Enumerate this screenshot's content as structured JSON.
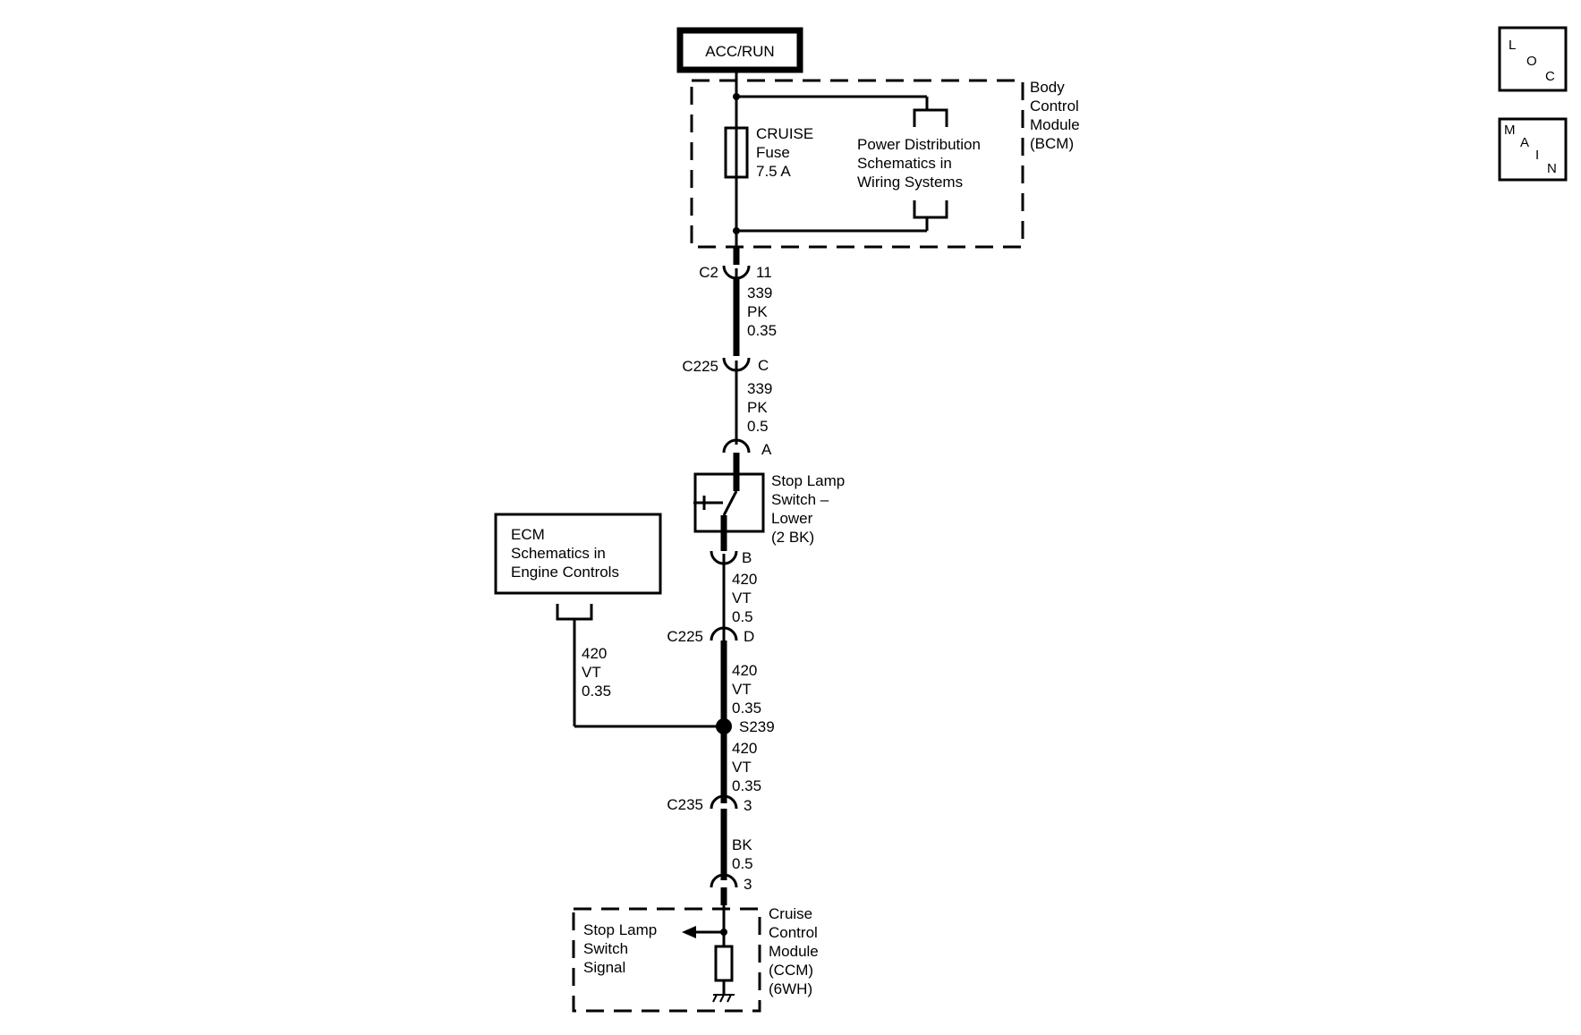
{
  "power": {
    "label": "ACC/RUN"
  },
  "bcm": {
    "label_lines": [
      "Body",
      "Control",
      "Module",
      "(BCM)"
    ],
    "fuse_lines": [
      "CRUISE",
      "Fuse",
      "7.5 A"
    ],
    "power_dist_lines": [
      "Power Distribution",
      "Schematics in",
      "Wiring Systems"
    ]
  },
  "connectors": {
    "c2": {
      "name": "C2",
      "pin": "11"
    },
    "c225_c": {
      "name": "C225",
      "pin": "C"
    },
    "switch_a": {
      "pin": "A"
    },
    "switch_b": {
      "pin": "B"
    },
    "c225_d": {
      "name": "C225",
      "pin": "D"
    },
    "c235": {
      "name": "C235",
      "pin": "3"
    },
    "ccm_3": {
      "pin": "3"
    }
  },
  "wires": {
    "w1": [
      "339",
      "PK",
      "0.35"
    ],
    "w2": [
      "339",
      "PK",
      "0.5"
    ],
    "w3": [
      "420",
      "VT",
      "0.5"
    ],
    "w4": [
      "420",
      "VT",
      "0.35"
    ],
    "w5": [
      "420",
      "VT",
      "0.35"
    ],
    "w6": [
      "BK",
      "0.5"
    ],
    "ecm_wire": [
      "420",
      "VT",
      "0.35"
    ]
  },
  "splice": {
    "label": "S239"
  },
  "stop_switch": {
    "label_lines": [
      "Stop Lamp",
      "Switch –",
      "Lower",
      "(2 BK)"
    ]
  },
  "ecm": {
    "label_lines": [
      "ECM",
      "Schematics in",
      "Engine Controls"
    ]
  },
  "ccm": {
    "label_lines": [
      "Cruise",
      "Control",
      "Module",
      "(CCM)",
      "(6WH)"
    ],
    "signal_lines": [
      "Stop Lamp",
      "Switch",
      "Signal"
    ]
  },
  "nav": {
    "loc": [
      "L",
      "O",
      "C"
    ],
    "main": [
      "M",
      "A",
      "I",
      "N"
    ]
  }
}
